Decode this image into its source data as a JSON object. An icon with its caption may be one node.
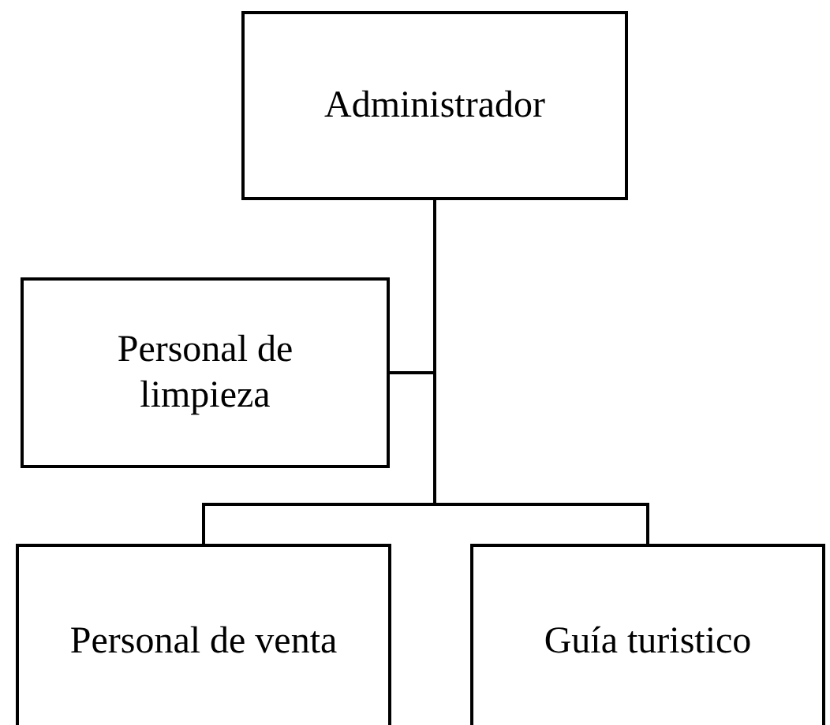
{
  "diagram": {
    "nodes": [
      {
        "text": [
          "Administrador"
        ]
      },
      {
        "text": [
          "Personal de limpieza"
        ]
      },
      {
        "text": [
          "Personal de venta"
        ]
      },
      {
        "text": [
          "Guía turistico"
        ]
      }
    ],
    "edges": [
      {
        "from": 0,
        "to": 1,
        "arrow": "none"
      },
      {
        "from": 0,
        "to": 2,
        "arrow": "none"
      },
      {
        "from": 0,
        "to": 3,
        "arrow": "none"
      }
    ]
  }
}
